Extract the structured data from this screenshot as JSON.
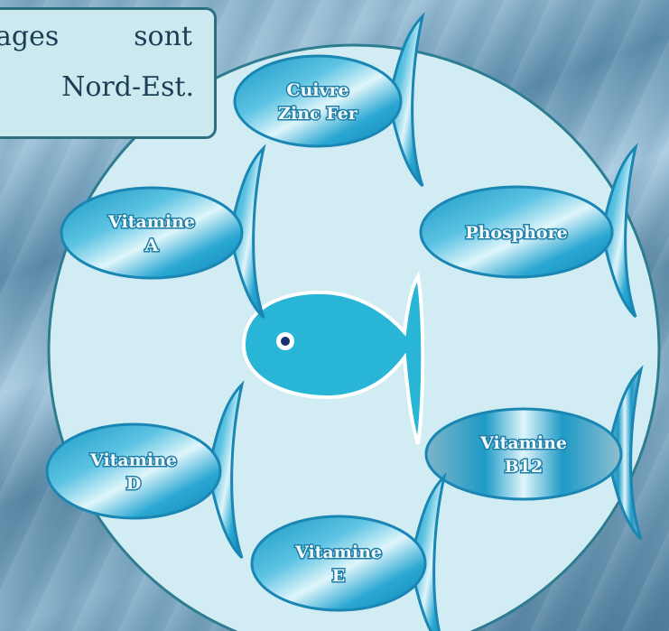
{
  "callout": {
    "line1_word1": "ages",
    "line1_word2": "sont",
    "line2": "Nord-Est."
  },
  "center_fish": {
    "icon": "fish-icon",
    "color": "#29b5d5"
  },
  "nutrient_fish": [
    {
      "lines": [
        "Cuivre",
        "Zinc Fer"
      ]
    },
    {
      "lines": [
        "Vitamine",
        "A"
      ]
    },
    {
      "lines": [
        "Phosphore"
      ]
    },
    {
      "lines": [
        "Vitamine",
        "D"
      ]
    },
    {
      "lines": [
        "Vitamine",
        "B12"
      ]
    },
    {
      "lines": [
        "Vitamine",
        "E"
      ]
    }
  ],
  "colors": {
    "circle_fill": "#d2ecf3",
    "circle_stroke": "#2d7c90",
    "fish_dark": "#1797c4",
    "fish_light": "#c7ecf7",
    "text_stroke": "#1d7fa7"
  }
}
